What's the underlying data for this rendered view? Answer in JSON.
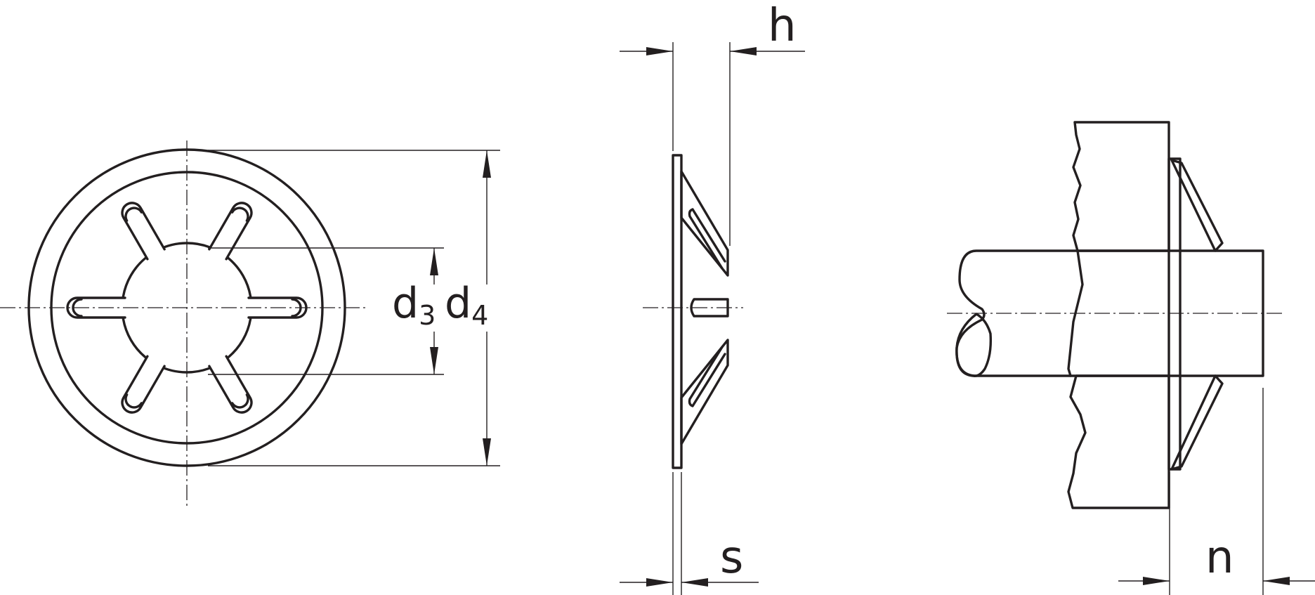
{
  "labels": {
    "h": "h",
    "s": "s",
    "n": "n",
    "d3_base": "d",
    "d3_sub": "3",
    "d4_base": "d",
    "d4_sub": "4"
  },
  "colors": {
    "line": "#231f20",
    "background": "#ffffff"
  }
}
